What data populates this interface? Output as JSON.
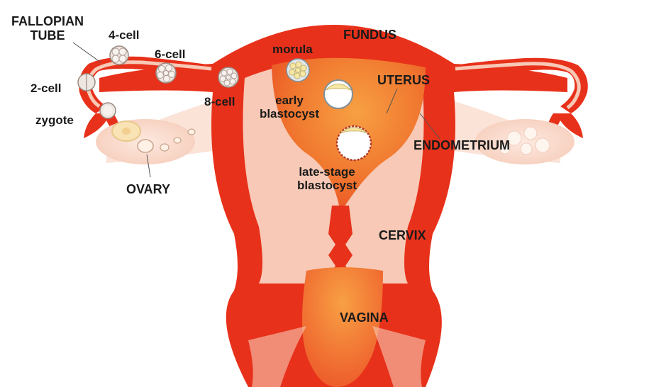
{
  "diagram": {
    "labels": {
      "fallopian_tube_line1": "FALLOPIAN",
      "fallopian_tube_line2": "TUBE",
      "four_cell": "4-cell",
      "six_cell": "6-cell",
      "two_cell": "2-cell",
      "eight_cell": "8-cell",
      "zygote": "zygote",
      "morula": "morula",
      "fundus": "FUNDUS",
      "uterus": "UTERUS",
      "early_blastocyst_line1": "early",
      "early_blastocyst_line2": "blastocyst",
      "endometrium": "ENDOMETRIUM",
      "late_blastocyst_line1": "late-stage",
      "late_blastocyst_line2": "blastocyst",
      "ovary": "OVARY",
      "cervix": "CERVIX",
      "vagina": "VAGINA"
    },
    "colors": {
      "muscle_red": "#e8311a",
      "tissue_pink": "#f7c9b6",
      "light_pink": "#fbe3d8",
      "cavity_orange": "#f08a3a",
      "label_text": "#1a1a1a"
    }
  }
}
